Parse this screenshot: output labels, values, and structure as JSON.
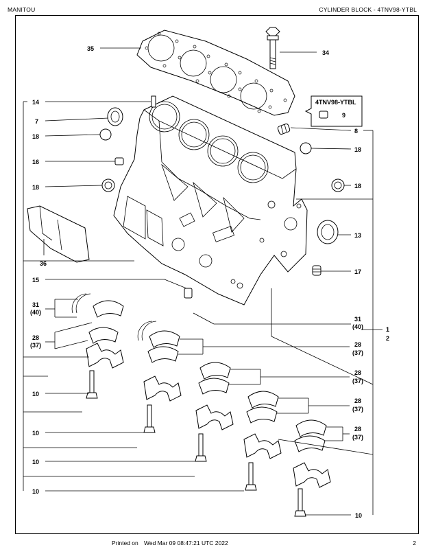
{
  "header": {
    "brand": "MANITOU",
    "title": "CYLINDER BLOCK - 4TNV98-YTBL"
  },
  "footer": {
    "printed_label": "Printed on",
    "printed_date": "Wed Mar 09 08:47:21 UTC 2022",
    "page_number": "2"
  },
  "diagram": {
    "callout_box_title": "4TNV98-YTBL",
    "labels": {
      "p35": "35",
      "p34": "34",
      "p14": "14",
      "p7": "7",
      "p18a": "18",
      "p16": "16",
      "p18b": "18",
      "p36": "36",
      "p15": "15",
      "p31a": "31",
      "p40a": "(40)",
      "p28a": "28",
      "p37a": "(37)",
      "p10a": "10",
      "p10b": "10",
      "p10c": "10",
      "p10d": "10",
      "p9": "9",
      "p8": "8",
      "p18c": "18",
      "p18d": "18",
      "p13": "13",
      "p17": "17",
      "p31b": "31",
      "p40b": "(40)",
      "p1": "1",
      "p2": "2",
      "p28b": "28",
      "p37b": "(37)",
      "p28c": "28",
      "p37c": "(37)",
      "p28d": "28",
      "p37d": "(37)",
      "p28e": "28",
      "p37e": "(37)",
      "p10e": "10"
    }
  }
}
